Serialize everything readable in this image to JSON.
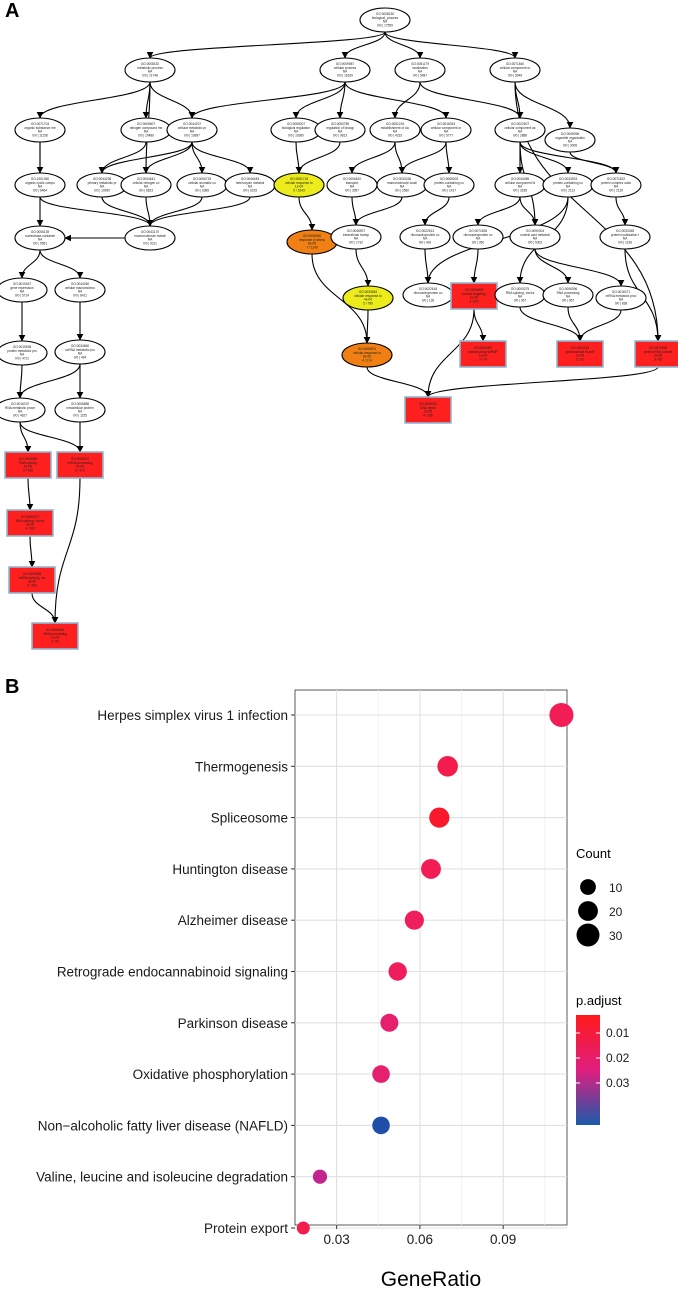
{
  "panel_labels": {
    "a": "A",
    "b": "B"
  },
  "chart_data": {
    "type": "scatter",
    "xlabel": "GeneRatio",
    "ylabel": "",
    "xlim": [
      0.015,
      0.113
    ],
    "xticks": [
      0.03,
      0.06,
      0.09
    ],
    "grid": true,
    "categories": [
      "Herpes simplex virus 1 infection",
      "Thermogenesis",
      "Spliceosome",
      "Huntington disease",
      "Alzheimer disease",
      "Retrograde endocannabinoid signaling",
      "Parkinson disease",
      "Oxidative phosphorylation",
      "Non−alcoholic fatty liver disease (NAFLD)",
      "Valine, leucine and isoleucine degradation",
      "Protein export"
    ],
    "points": [
      {
        "category": "Herpes simplex virus 1 infection",
        "x": 0.111,
        "count": 34,
        "color": "#f21d55"
      },
      {
        "category": "Thermogenesis",
        "x": 0.07,
        "count": 22,
        "color": "#f41c4d"
      },
      {
        "category": "Spliceosome",
        "x": 0.067,
        "count": 21,
        "color": "#f81a2c"
      },
      {
        "category": "Huntington disease",
        "x": 0.064,
        "count": 20,
        "color": "#f21d55"
      },
      {
        "category": "Alzheimer disease",
        "x": 0.058,
        "count": 18,
        "color": "#ef1e5f"
      },
      {
        "category": "Retrograde endocannabinoid signaling",
        "x": 0.052,
        "count": 16,
        "color": "#f01d5c"
      },
      {
        "category": "Parkinson disease",
        "x": 0.049,
        "count": 15,
        "color": "#e7206d"
      },
      {
        "category": "Oxidative phosphorylation",
        "x": 0.046,
        "count": 14,
        "color": "#e5216f"
      },
      {
        "category": "Non−alcoholic fatty liver disease (NAFLD)",
        "x": 0.046,
        "count": 14,
        "color": "#1f4fa8"
      },
      {
        "category": "Valine, leucine and isoleucine degradation",
        "x": 0.024,
        "count": 7,
        "color": "#c2258e"
      },
      {
        "category": "Protein export",
        "x": 0.018,
        "count": 5,
        "color": "#f41c4d"
      }
    ],
    "legend_size": {
      "title": "Count",
      "entries": [
        10,
        20,
        30
      ]
    },
    "legend_color": {
      "title": "p.adjust",
      "ticks": [
        "0.01",
        "0.02",
        "0.03"
      ],
      "high_color": "#ff1a1a",
      "mid_color": "#e01e7e",
      "low_color": "#1a5aab"
    }
  },
  "dag": {
    "edge_color": "#000000",
    "node_colors": {
      "plain": "#ffffff",
      "yellow": "#ecec1c",
      "orange": "#f07f14",
      "red": "#fe1f1f"
    },
    "nodes": [
      {
        "id": "n1",
        "shape": "ellipse",
        "color": "plain",
        "lines": [
          "GO:0008150",
          "biological_process",
          "NA",
          "0/0 | 17559"
        ]
      },
      {
        "id": "n2",
        "shape": "ellipse",
        "color": "plain",
        "lines": [
          "GO:0008152",
          "metabolic process",
          "NA",
          "0/0 | 11748"
        ]
      },
      {
        "id": "n3",
        "shape": "ellipse",
        "color": "plain",
        "lines": [
          "GO:0009987",
          "cellular process",
          "NA",
          "0/0 | 16169"
        ]
      },
      {
        "id": "n4",
        "shape": "ellipse",
        "color": "plain",
        "lines": [
          "GO:0051179",
          "localization",
          "NA",
          "0/0 | 5487"
        ]
      },
      {
        "id": "n5",
        "shape": "ellipse",
        "color": "plain",
        "lines": [
          "GO:0071840",
          "cellular component or",
          "NA",
          "0/0 | 5949"
        ]
      },
      {
        "id": "n6",
        "shape": "ellipse",
        "color": "plain",
        "lines": [
          "GO:0071704",
          "organic substance me",
          "NA",
          "0/0 | 11158"
        ]
      },
      {
        "id": "n7",
        "shape": "ellipse",
        "color": "plain",
        "lines": [
          "GO:0006807",
          "nitrogen compound me",
          "NA",
          "0/0 | 10486"
        ]
      },
      {
        "id": "n8",
        "shape": "ellipse",
        "color": "plain",
        "lines": [
          "GO:0044237",
          "cellular metabolic pr",
          "NA",
          "0/0 | 10897"
        ]
      },
      {
        "id": "n9",
        "shape": "ellipse",
        "color": "plain",
        "lines": [
          "GO:0065007",
          "biological regulation",
          "NA",
          "0/0 | 10360"
        ]
      },
      {
        "id": "n10",
        "shape": "ellipse",
        "color": "plain",
        "lines": [
          "GO:0050789",
          "regulation of biologi",
          "NA",
          "0/0 | 9813"
        ]
      },
      {
        "id": "n11",
        "shape": "ellipse",
        "color": "plain",
        "lines": [
          "GO:0051234",
          "establishment of loc",
          "NA",
          "0/0 | 4233"
        ]
      },
      {
        "id": "n12",
        "shape": "ellipse",
        "color": "plain",
        "lines": [
          "GO:0016043",
          "cellular component or",
          "NA",
          "0/0 | 5777"
        ]
      },
      {
        "id": "n13",
        "shape": "ellipse",
        "color": "plain",
        "lines": [
          "GO:0022607",
          "cellular component as",
          "NA",
          "0/0 | 2888"
        ]
      },
      {
        "id": "n14",
        "shape": "ellipse",
        "color": "plain",
        "lines": [
          "GO:1901360",
          "organic cyclic compo",
          "NA",
          "0/0 | 6464"
        ]
      },
      {
        "id": "n15",
        "shape": "ellipse",
        "color": "plain",
        "lines": [
          "GO:0044238",
          "primary metabolic pr",
          "NA",
          "0/0 | 10959"
        ]
      },
      {
        "id": "n16",
        "shape": "ellipse",
        "color": "plain",
        "lines": [
          "GO:0034641",
          "cellular nitrogen co",
          "NA",
          "0/0 | 6823"
        ]
      },
      {
        "id": "n17",
        "shape": "ellipse",
        "color": "plain",
        "lines": [
          "GO:0006725",
          "cellular aromatic co",
          "NA",
          "0/0 | 6389"
        ]
      },
      {
        "id": "n18",
        "shape": "ellipse",
        "color": "plain",
        "lines": [
          "GO:0046483",
          "heterocycle metabol",
          "NA",
          "0/0 | 6315"
        ]
      },
      {
        "id": "n19",
        "shape": "ellipse",
        "color": "yellow",
        "lines": [
          "GO:0051716",
          "cellular response to",
          "1e-04",
          "9 / 1543"
        ]
      },
      {
        "id": "n20",
        "shape": "ellipse",
        "color": "plain",
        "lines": [
          "GO:0006810",
          "transport",
          "NA",
          "0/0 | 3957"
        ]
      },
      {
        "id": "n21",
        "shape": "ellipse",
        "color": "plain",
        "lines": [
          "GO:0033036",
          "macromolecule locali",
          "NA",
          "0/0 | 2560"
        ]
      },
      {
        "id": "n22",
        "shape": "ellipse",
        "color": "plain",
        "lines": [
          "GO:0065003",
          "protein-containing co",
          "NA",
          "0/0 | 1417"
        ]
      },
      {
        "id": "n23",
        "shape": "ellipse",
        "color": "plain",
        "lines": [
          "GO:0044085",
          "cellular component bi",
          "NA",
          "0/0 | 3185"
        ]
      },
      {
        "id": "n24",
        "shape": "ellipse",
        "color": "plain",
        "lines": [
          "GO:0043933",
          "protein-containing co",
          "NA",
          "0/0 | 2113"
        ]
      },
      {
        "id": "n25",
        "shape": "ellipse",
        "color": "plain",
        "lines": [
          "GO:0006139",
          "nucleobase-containin",
          "NA",
          "0/0 | 5951"
        ]
      },
      {
        "id": "n26",
        "shape": "ellipse",
        "color": "plain",
        "lines": [
          "GO:0043170",
          "macromolecule metab",
          "NA",
          "0/0 | 9211"
        ]
      },
      {
        "id": "n27",
        "shape": "ellipse",
        "color": "orange",
        "lines": [
          "GO:0006950",
          "response to stress",
          "6e-05",
          "7 / 1140"
        ]
      },
      {
        "id": "n28",
        "shape": "ellipse",
        "color": "plain",
        "lines": [
          "GO:0046907",
          "intracellular transp",
          "NA",
          "0/0 | 1732"
        ]
      },
      {
        "id": "n29",
        "shape": "ellipse",
        "color": "plain",
        "lines": [
          "GO:0022613",
          "ribonucleoprotein co",
          "NA",
          "0/0 | 430"
        ]
      },
      {
        "id": "n30",
        "shape": "ellipse",
        "color": "plain",
        "lines": [
          "GO:0071826",
          "ribonucleoprotein co",
          "NA",
          "0/0 | 350"
        ]
      },
      {
        "id": "n31",
        "shape": "ellipse",
        "color": "plain",
        "lines": [
          "GO:0090304",
          "nucleic acid metaboli",
          "NA",
          "0/0 | 5303"
        ]
      },
      {
        "id": "n32",
        "shape": "ellipse",
        "color": "plain",
        "lines": [
          "GO:0016070",
          "RNA metabolic proce",
          "NA",
          "0/0 | 4627"
        ]
      },
      {
        "id": "n33",
        "shape": "ellipse",
        "color": "yellow",
        "lines": [
          "GO:0033554",
          "cellular response to",
          "4e-04",
          "5 / 780"
        ]
      },
      {
        "id": "n34",
        "shape": "ellipse",
        "color": "plain",
        "lines": [
          "GO:0022618",
          "ribonucleoprotein co",
          "NA",
          "0/0 | 136"
        ]
      },
      {
        "id": "n35",
        "shape": "ellipse",
        "color": "plain",
        "lines": [
          "GO:0000375",
          "RNA splicing, via tra",
          "NA",
          "0/0 | 367"
        ]
      },
      {
        "id": "n36",
        "shape": "ellipse",
        "color": "orange",
        "lines": [
          "GO:0006974",
          "cellular response to",
          "6e-05",
          "4 / 214"
        ]
      },
      {
        "id": "n37",
        "shape": "ellipse",
        "color": "plain",
        "lines": [
          "GO:0006396",
          "RNA processing",
          "NA",
          "0/0 | 957"
        ]
      },
      {
        "id": "n38",
        "shape": "ellipse",
        "color": "plain",
        "lines": [
          "GO:0016071",
          "mRNA metabolic proc",
          "NA",
          "0/0 | 838"
        ]
      },
      {
        "id": "n39",
        "shape": "rect",
        "color": "red",
        "lines": [
          "GO:0008380",
          "RNA splicing",
          "5e-05",
          "5 / 438"
        ]
      },
      {
        "id": "n40",
        "shape": "rect",
        "color": "red",
        "lines": [
          "GO:0006397",
          "mRNA processing",
          "4e-05",
          "5 / 472"
        ]
      },
      {
        "id": "n41",
        "shape": "rect",
        "color": "red",
        "lines": [
          "GO:0000377",
          "RNA splicing, via tra",
          "3e-05",
          "4 / 363"
        ]
      },
      {
        "id": "n42",
        "shape": "rect",
        "color": "red",
        "lines": [
          "GO:0000398",
          "mRNA splicing, via",
          "3e-05",
          "4 / 363"
        ]
      },
      {
        "id": "n43",
        "shape": "rect",
        "color": "red",
        "lines": [
          "GO:0006281",
          "DNA repair",
          "2e-05",
          "4 / 186"
        ]
      },
      {
        "id": "n44",
        "shape": "rect",
        "color": "red",
        "lines": [
          "GO:0000387",
          "spliceosomal snRNP",
          "1e-05",
          "3 / 74"
        ]
      },
      {
        "id": "n45",
        "shape": "rect",
        "color": "red",
        "lines": [
          "GO:0000244",
          "spliceosomal tri-snR",
          "2e-05",
          "2 / 32"
        ]
      },
      {
        "id": "n46",
        "shape": "rect",
        "color": "red",
        "lines": [
          "GO:0071826",
          "protein-RNA comple",
          "3e-05",
          "3 / 85"
        ]
      },
      {
        "id": "n47",
        "shape": "rect",
        "color": "red",
        "lines": [
          "GO:0006364",
          "rRNA processing",
          "2e-05",
          "2 / 29"
        ]
      },
      {
        "id": "n48",
        "shape": "rect",
        "color": "red",
        "lines": [
          "GO:0032984",
          "protein-containing c",
          "1e-05",
          "2 / 62"
        ]
      },
      {
        "id": "n49",
        "shape": "ellipse",
        "color": "plain",
        "lines": [
          "GO:0019538",
          "protein metabolic pro",
          "NA",
          "0/0 | 4711"
        ]
      },
      {
        "id": "n50",
        "shape": "ellipse",
        "color": "plain",
        "lines": [
          "GO:0044260",
          "cellular macromolecu",
          "NA",
          "0/0 | 8411"
        ]
      },
      {
        "id": "n51",
        "shape": "ellipse",
        "color": "plain",
        "lines": [
          "GO:0010467",
          "gene expression",
          "NA",
          "0/0 | 5714"
        ]
      },
      {
        "id": "n52",
        "shape": "ellipse",
        "color": "plain",
        "lines": [
          "GO:0034660",
          "ncRNA metabolic pro",
          "NA",
          "0/0 | 494"
        ]
      },
      {
        "id": "n53",
        "shape": "ellipse",
        "color": "plain",
        "lines": [
          "GO:0006886",
          "intracellular protein",
          "NA",
          "0/0 | 1155"
        ]
      },
      {
        "id": "n54",
        "shape": "ellipse",
        "color": "plain",
        "lines": [
          "GO:0045184",
          "establishment of pro",
          "NA",
          "0/0 | 1314"
        ]
      },
      {
        "id": "n55",
        "shape": "ellipse",
        "color": "plain",
        "lines": [
          "GO:0008104",
          "protein localization",
          "NA",
          "0/0 | 2171"
        ]
      },
      {
        "id": "n56",
        "shape": "ellipse",
        "color": "plain",
        "lines": [
          "GO:0070727",
          "cellular macromolecu",
          "NA",
          "0/0 | 1832"
        ]
      },
      {
        "id": "n57",
        "shape": "ellipse",
        "color": "plain",
        "lines": [
          "GO:0034613",
          "cellular protein locali",
          "NA",
          "0/0 | 1825"
        ]
      },
      {
        "id": "n58",
        "shape": "ellipse",
        "color": "plain",
        "lines": [
          "GO:0072594",
          "establishment of pro",
          "NA",
          "0/0 | 658"
        ]
      },
      {
        "id": "n59",
        "shape": "ellipse",
        "color": "plain",
        "lines": [
          "GO:0006996",
          "organelle organizatio",
          "NA",
          "0/0 | 3008"
        ]
      },
      {
        "id": "n60",
        "shape": "ellipse",
        "color": "plain",
        "lines": [
          "GO:0071822",
          "protein complex subu",
          "NA",
          "0/0 | 2129"
        ]
      },
      {
        "id": "n61",
        "shape": "ellipse",
        "color": "plain",
        "lines": [
          "GO:0033365",
          "protein localization t",
          "NA",
          "0/0 | 1138"
        ]
      },
      {
        "id": "n62",
        "shape": "rect",
        "color": "red",
        "lines": [
          "GO:0006605",
          "protein targeting",
          "2e-05",
          "3 / 300"
        ]
      }
    ]
  }
}
